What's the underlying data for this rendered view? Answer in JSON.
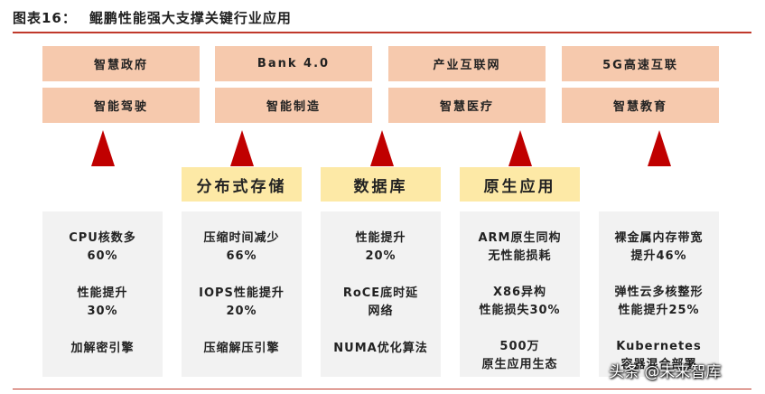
{
  "title": {
    "number": "图表16：",
    "text": "鲲鹏性能强大支撑关键行业应用"
  },
  "applications": [
    "智慧政府",
    "Bank 4.0",
    "产业互联网",
    "5G高速互联",
    "智能驾驶",
    "智能制造",
    "智慧医疗",
    "智慧教育"
  ],
  "categories": [
    "分布式存储",
    "数据库",
    "原生应用"
  ],
  "metrics": [
    {
      "lines": [
        "CPU核数多",
        "60%",
        "性能提升",
        "30%",
        "加解密引擎"
      ]
    },
    {
      "lines": [
        "压缩时间减少",
        "66%",
        "IOPS性能提升",
        "20%",
        "压缩解压引擎"
      ]
    },
    {
      "lines": [
        "性能提升",
        "20%",
        "RoCE底时延",
        "网络",
        "NUMA优化算法"
      ]
    },
    {
      "lines": [
        "ARM原生同构",
        "无性能损耗",
        "X86异构",
        "性能损失30%",
        "500万",
        "原生应用生态"
      ]
    },
    {
      "lines": [
        "裸金属内存带宽",
        "提升46%",
        "弹性云多核整形",
        "性能提升25%",
        "Kubernetes",
        "容器混合部署"
      ]
    }
  ],
  "watermark": "头条 @未来智库",
  "colors": {
    "app_box": "#f6c9ad",
    "label_box": "#fde9a6",
    "metric_box": "#f2f2f2",
    "triangle": "#c00000",
    "rule": "#c0392b"
  }
}
